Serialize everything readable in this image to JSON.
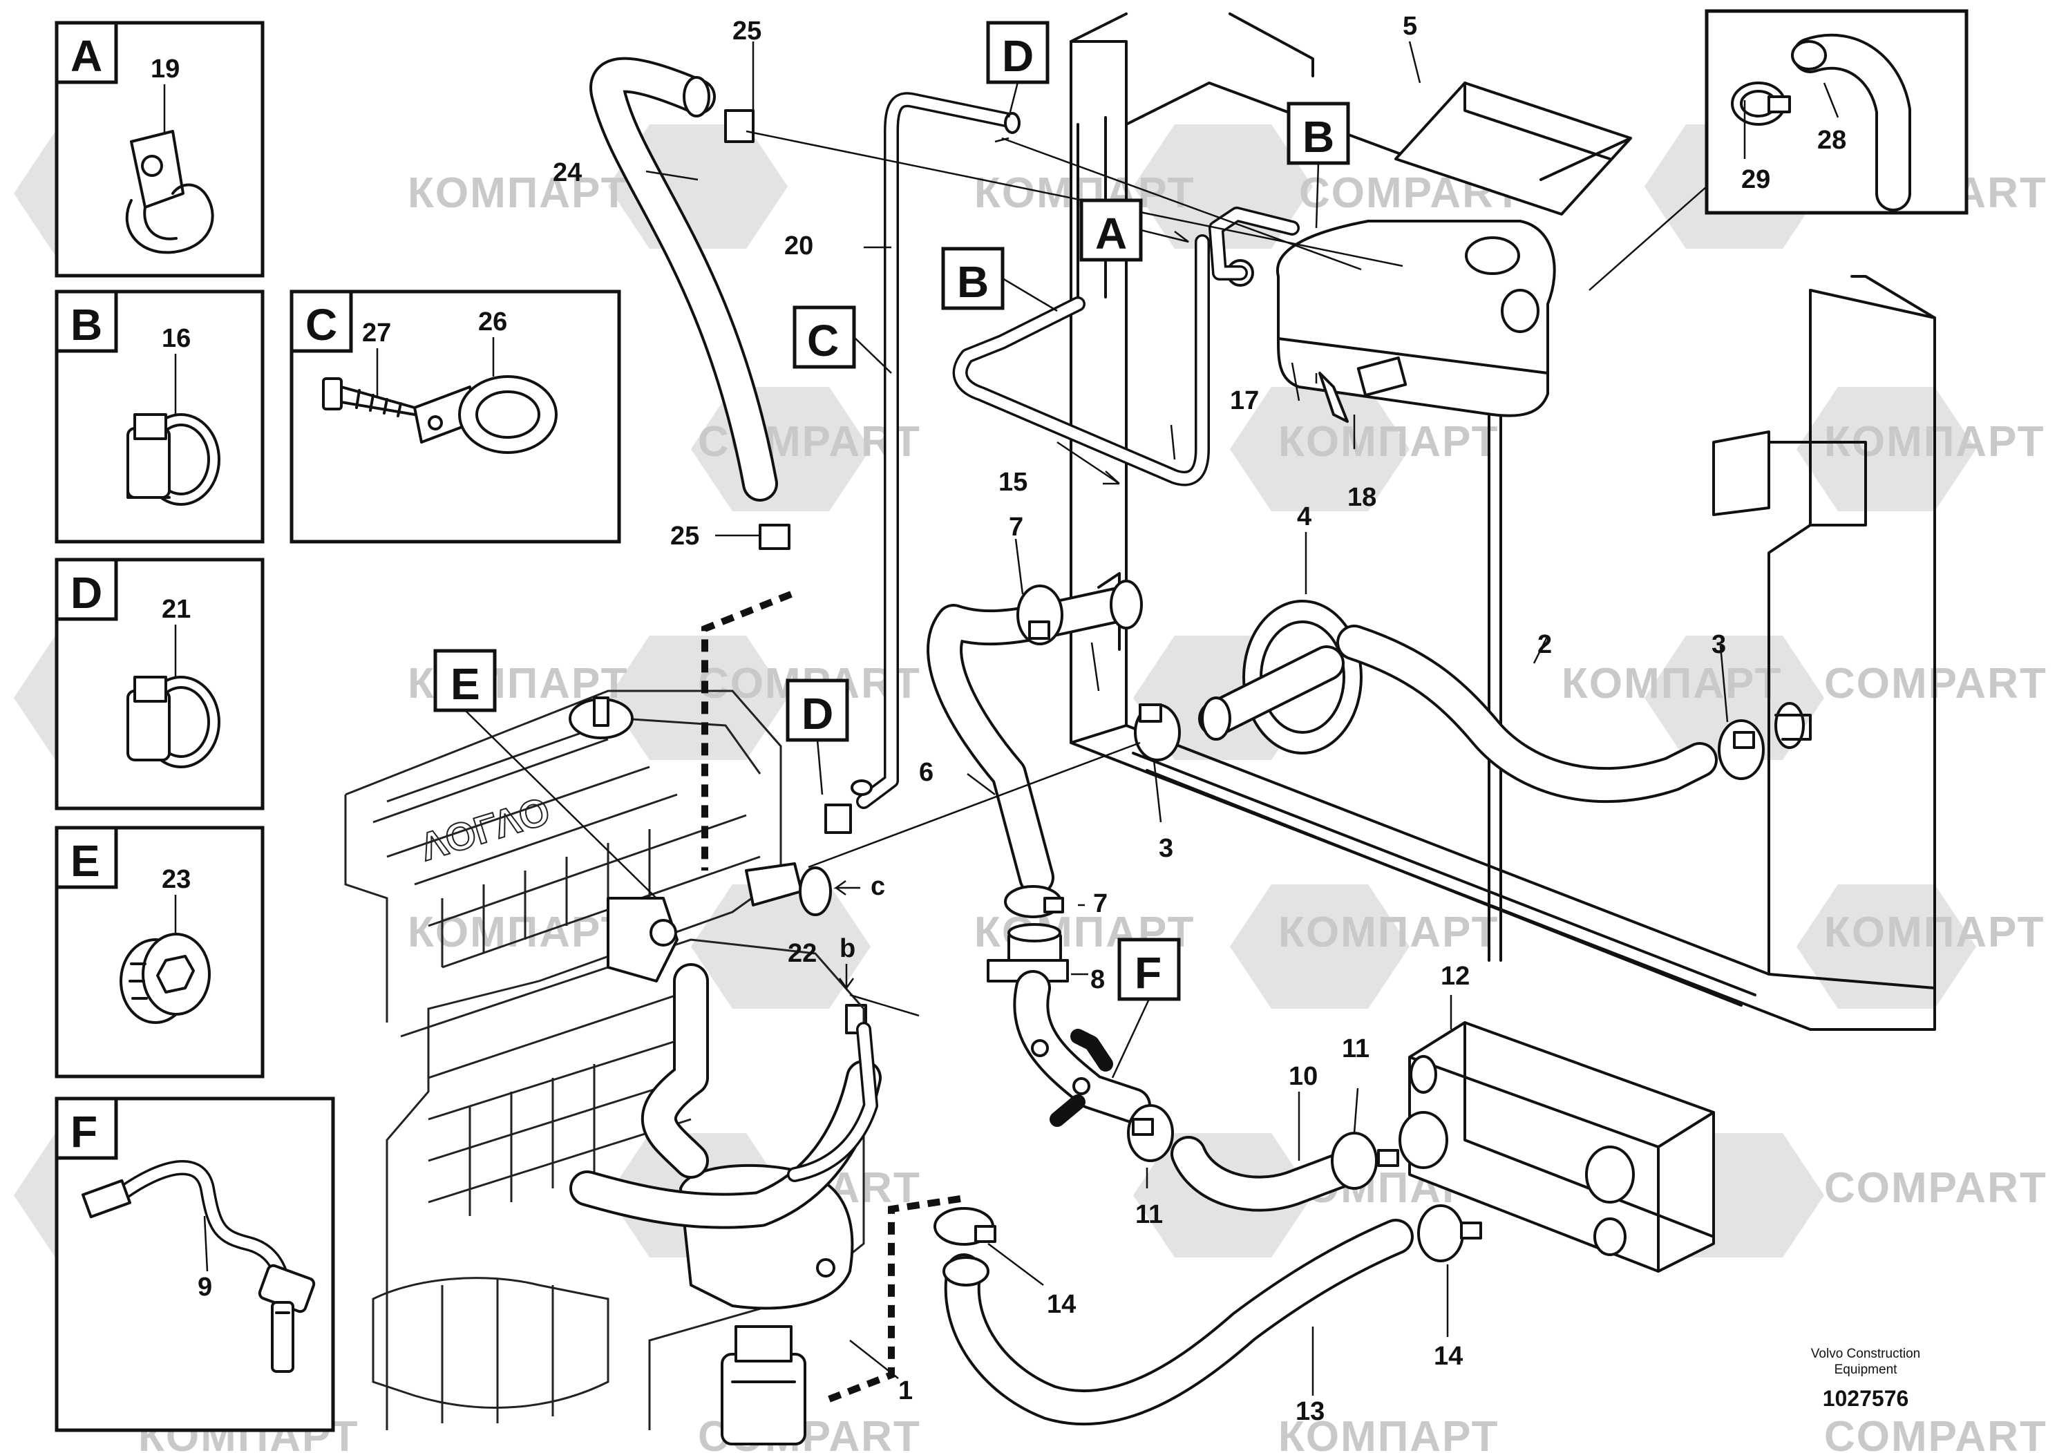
{
  "details": [
    {
      "letter": "A",
      "part": "19"
    },
    {
      "letter": "B",
      "part": "16"
    },
    {
      "letter": "C",
      "parts": [
        "27",
        "26"
      ]
    },
    {
      "letter": "D",
      "part": "21"
    },
    {
      "letter": "E",
      "part": "23"
    },
    {
      "letter": "F",
      "part": "9"
    }
  ],
  "callouts": {
    "p1": "1",
    "p2": "2",
    "p3a": "3",
    "p3b": "3",
    "p4": "4",
    "p5": "5",
    "p6": "6",
    "p7a": "7",
    "p7b": "7",
    "p8": "8",
    "p10": "10",
    "p11a": "11",
    "p11b": "11",
    "p12": "12",
    "p13": "13",
    "p14a": "14",
    "p14b": "14",
    "p15": "15",
    "p17": "17",
    "p18": "18",
    "p20": "20",
    "p22": "22",
    "p24": "24",
    "p25a": "25",
    "p25b": "25",
    "p28": "28",
    "p29": "29",
    "b": "b",
    "c": "c"
  },
  "reference_tags": {
    "D_top": "D",
    "B_top": "B",
    "A_mid": "A",
    "B_mid": "B",
    "C_mid": "C",
    "D_mid": "D",
    "E_mid": "E",
    "F_mid": "F"
  },
  "engine_brand": "VOLVO",
  "footer": {
    "line1": "Volvo Construction",
    "line2": "Equipment",
    "doc_number": "1027576"
  },
  "watermark": {
    "cyrillic": "КОМПАРТ",
    "latin": "COMPART"
  }
}
